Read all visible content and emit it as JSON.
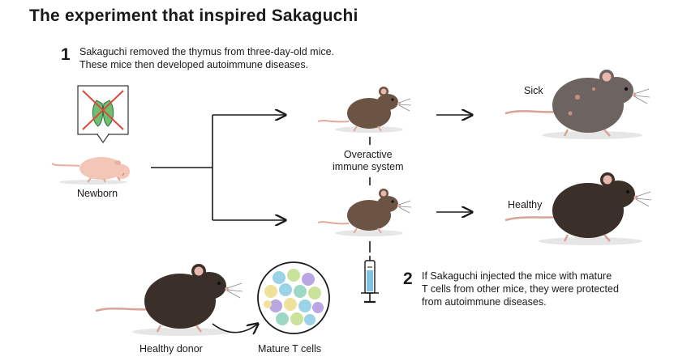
{
  "title": "The experiment that inspired Sakaguchi",
  "step1": {
    "number": "1",
    "line1": "Sakaguchi removed the thymus from three-day-old mice.",
    "line2": "These mice then developed autoimmune diseases."
  },
  "step2": {
    "number": "2",
    "line1": "If Sakaguchi injected the mice with mature",
    "line2": "T cells from other mice, they were protected",
    "line3": "from autoimmune diseases."
  },
  "labels": {
    "newborn": "Newborn",
    "overactive_line1": "Overactive",
    "overactive_line2": "immune system",
    "sick": "Sick",
    "healthy": "Healthy",
    "healthy_donor": "Healthy donor",
    "mature_t_cells": "Mature T cells"
  },
  "colors": {
    "thymus_green": "#6fbf73",
    "cross_red": "#d94a3d",
    "mouse_dark": "#3b3029",
    "mouse_brown": "#6b5443",
    "sick_mouse": "#6d6461",
    "pinkish": "#e9b7ad",
    "newborn_skin": "#f3c6b8"
  }
}
